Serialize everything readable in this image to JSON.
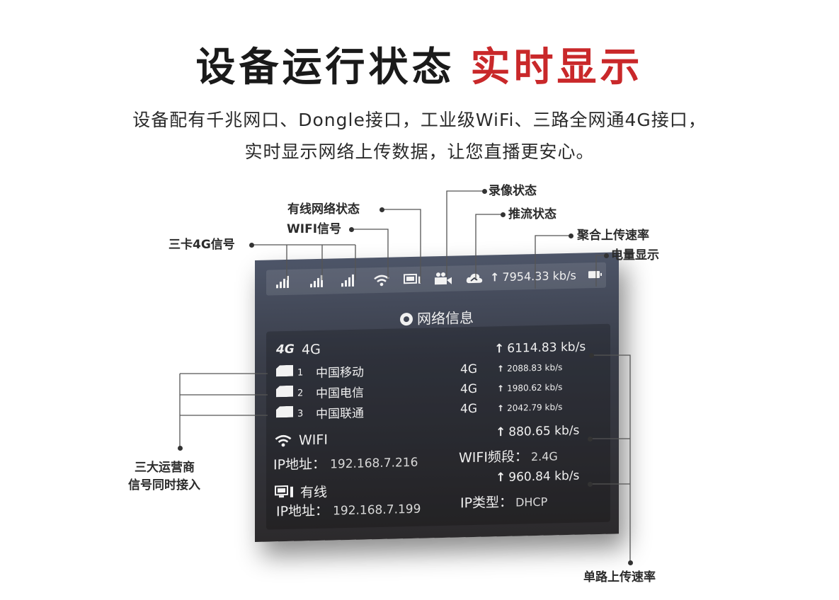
{
  "heading": {
    "title": "设备运行状态",
    "highlight": "实时显示",
    "desc_line1": "设备配有千兆网口、Dongle接口，工业级WiFi、三路全网通4G接口，",
    "desc_line2": "实时显示网络上传数据，让您直播更安心。"
  },
  "status_bar": {
    "icons": [
      "signal-4g-icon-1",
      "signal-4g-icon-2",
      "signal-4g-icon-3",
      "wifi-icon",
      "wired-network-icon",
      "camera-icon",
      "cloud-icon",
      "battery-icon"
    ],
    "aggregate_rate": "7954.33 kb/s"
  },
  "network_info": {
    "title": "网络信息",
    "cellular": {
      "badge": "4G",
      "label": "4G",
      "total_rate": "6114.83 kb/s",
      "carriers": [
        {
          "num": "1",
          "name": "中国移动",
          "type": "4G",
          "rate": "2088.83 kb/s"
        },
        {
          "num": "2",
          "name": "中国电信",
          "type": "4G",
          "rate": "1980.62 kb/s"
        },
        {
          "num": "3",
          "name": "中国联通",
          "type": "4G",
          "rate": "2042.79 kb/s"
        }
      ]
    },
    "wifi": {
      "label": "WIFI",
      "rate": "880.65 kb/s",
      "ip_label": "IP地址：",
      "ip": "192.168.7.216",
      "band_label": "WIFI频段：",
      "band": "2.4G"
    },
    "wired": {
      "label": "有线",
      "rate": "960.84 kb/s",
      "ip_label": "IP地址：",
      "ip": "192.168.7.199",
      "type_label": "IP类型：",
      "type": "DHCP"
    }
  },
  "annotations": {
    "recording": "录像状态",
    "wired_status": "有线网络状态",
    "streaming": "推流状态",
    "wifi_signal": "WIFI信号",
    "aggregate": "聚合上传速率",
    "sim_signal": "三卡4G信号",
    "battery": "电量显示",
    "carriers_line1": "三大运营商",
    "carriers_line2": "信号同时接入",
    "single_rate": "单路上传速率"
  },
  "colors": {
    "highlight": "#c9282a",
    "screen_top": "#4d5568",
    "screen_bottom": "#2c2a2c"
  }
}
